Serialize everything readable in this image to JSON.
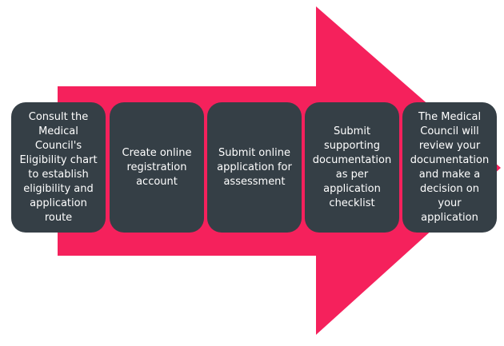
{
  "colors": {
    "arrow": "#f5215c",
    "box": "#353f46",
    "text": "#ffffff"
  },
  "steps": [
    {
      "text": "Consult the\nMedical\nCouncil's\nEligibility chart\nto establish\neligibility and\napplication\nroute"
    },
    {
      "text": "Create online\nregistration\naccount"
    },
    {
      "text": "Submit online\napplication for\nassessment"
    },
    {
      "text": "Submit\nsupporting\ndocumentation\nas per\napplication\nchecklist"
    },
    {
      "text": "The Medical\nCouncil will\nreview your\ndocumentation\nand make a\ndecision on\nyour\napplication"
    }
  ]
}
